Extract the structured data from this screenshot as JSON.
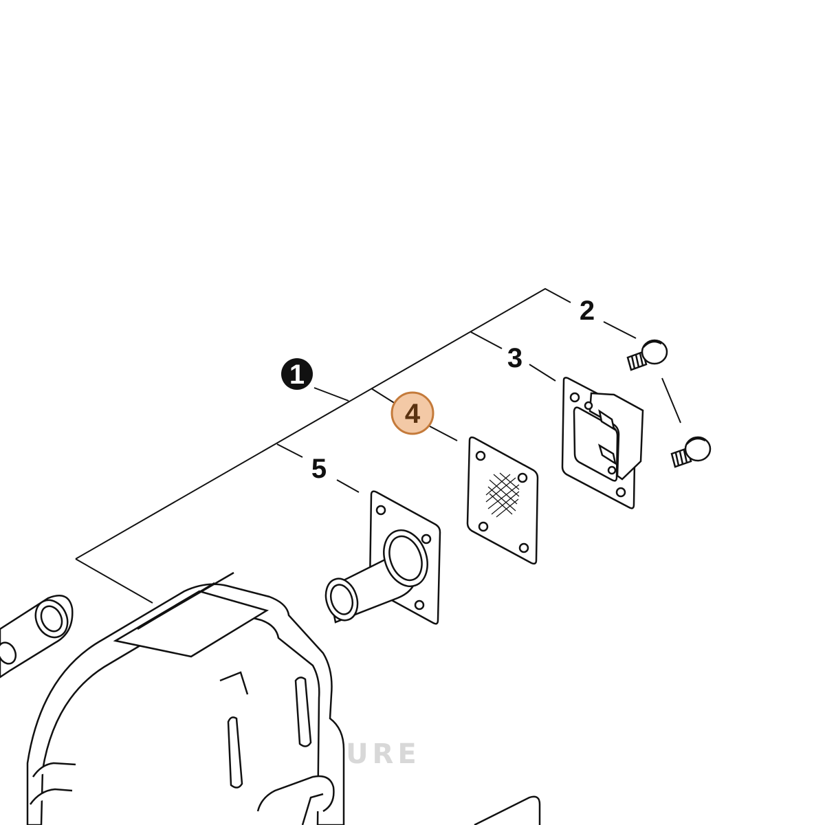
{
  "callouts": {
    "part_1": "1",
    "part_2": "2",
    "part_3": "3",
    "part_4": "4",
    "part_5": "5"
  },
  "highlight": {
    "active_part": "4",
    "fill_color": "#f3c9a6",
    "stroke_color": "#c47a3a",
    "text_color": "#5a3210"
  },
  "watermark": {
    "text": "LEAF VENTURE"
  }
}
